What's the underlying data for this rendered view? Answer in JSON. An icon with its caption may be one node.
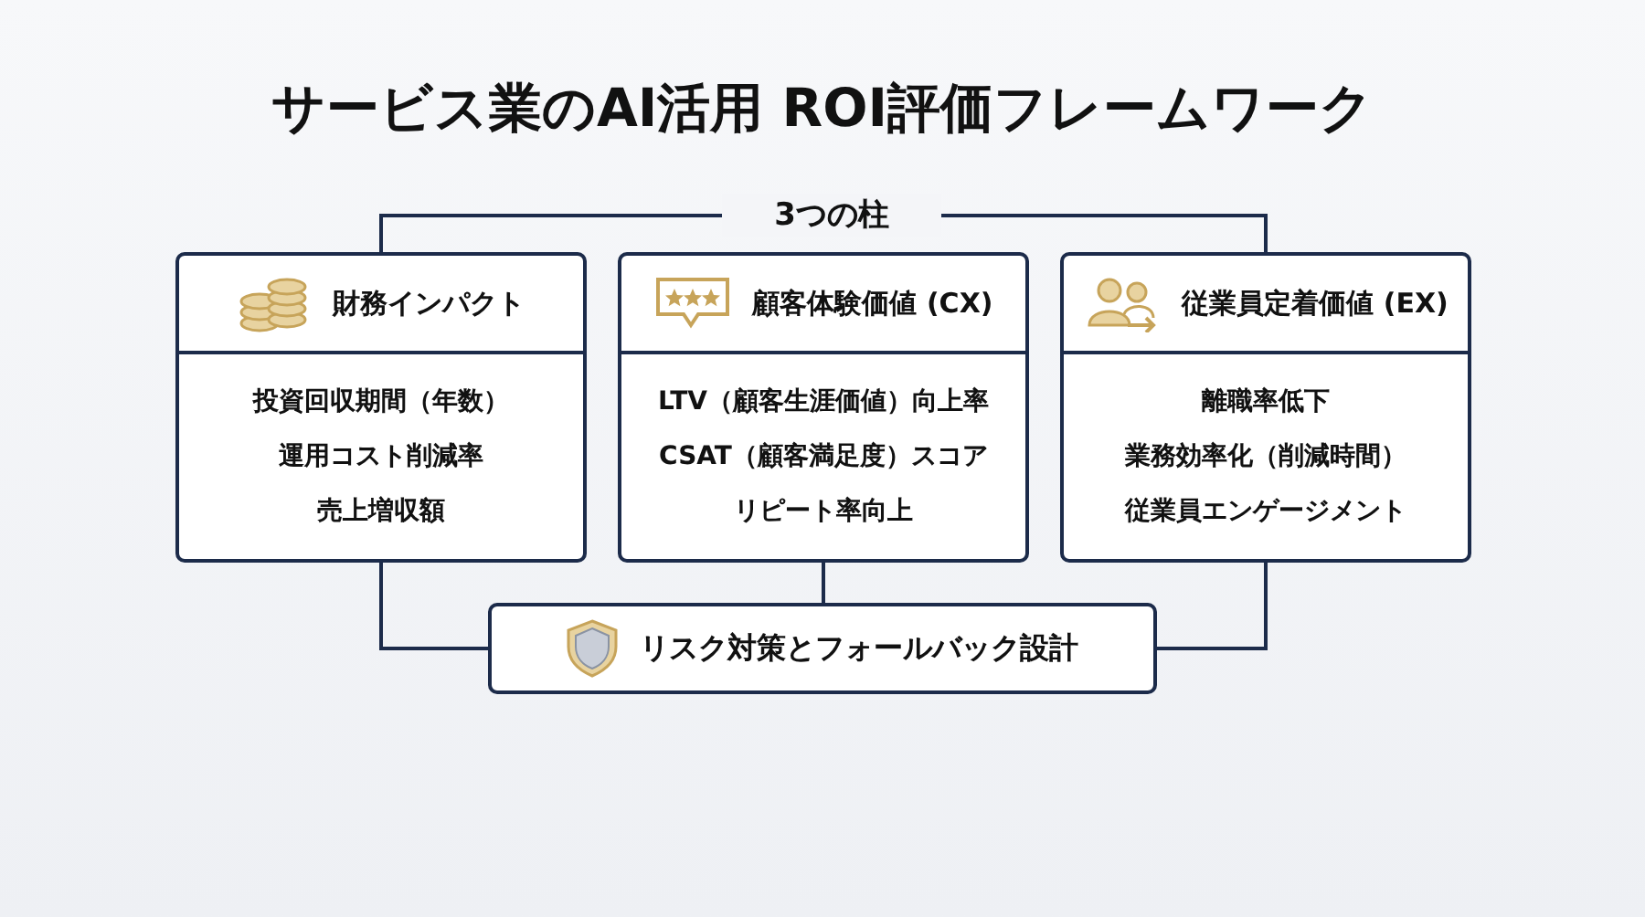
{
  "diagram": {
    "title": "サービス業のAI活用 ROI評価フレームワーク",
    "nodes": [
      {
        "text": [
          "3つの柱"
        ]
      },
      {
        "text": [
          "財務インパクト",
          "投資回収期間（年数）",
          "運用コスト削減率",
          "売上増収額"
        ]
      },
      {
        "text": [
          "顧客体験価値 (CX)",
          "LTV（顧客生涯価値）向上率",
          "CSAT（顧客満足度）スコア",
          "リピート率向上"
        ]
      },
      {
        "text": [
          "従業員定着価値 (EX)",
          "離職率低下",
          "業務効率化（削減時間）",
          "従業員エンゲージメント"
        ]
      },
      {
        "text": [
          "リスク対策とフォールバック設計"
        ]
      }
    ],
    "edges": [
      {
        "from": 0,
        "to": 1,
        "arrow": "none"
      },
      {
        "from": 0,
        "to": 3,
        "arrow": "none"
      },
      {
        "from": 1,
        "to": 4,
        "arrow": "none"
      },
      {
        "from": 2,
        "to": 4,
        "arrow": "none"
      },
      {
        "from": 3,
        "to": 4,
        "arrow": "none"
      }
    ]
  }
}
